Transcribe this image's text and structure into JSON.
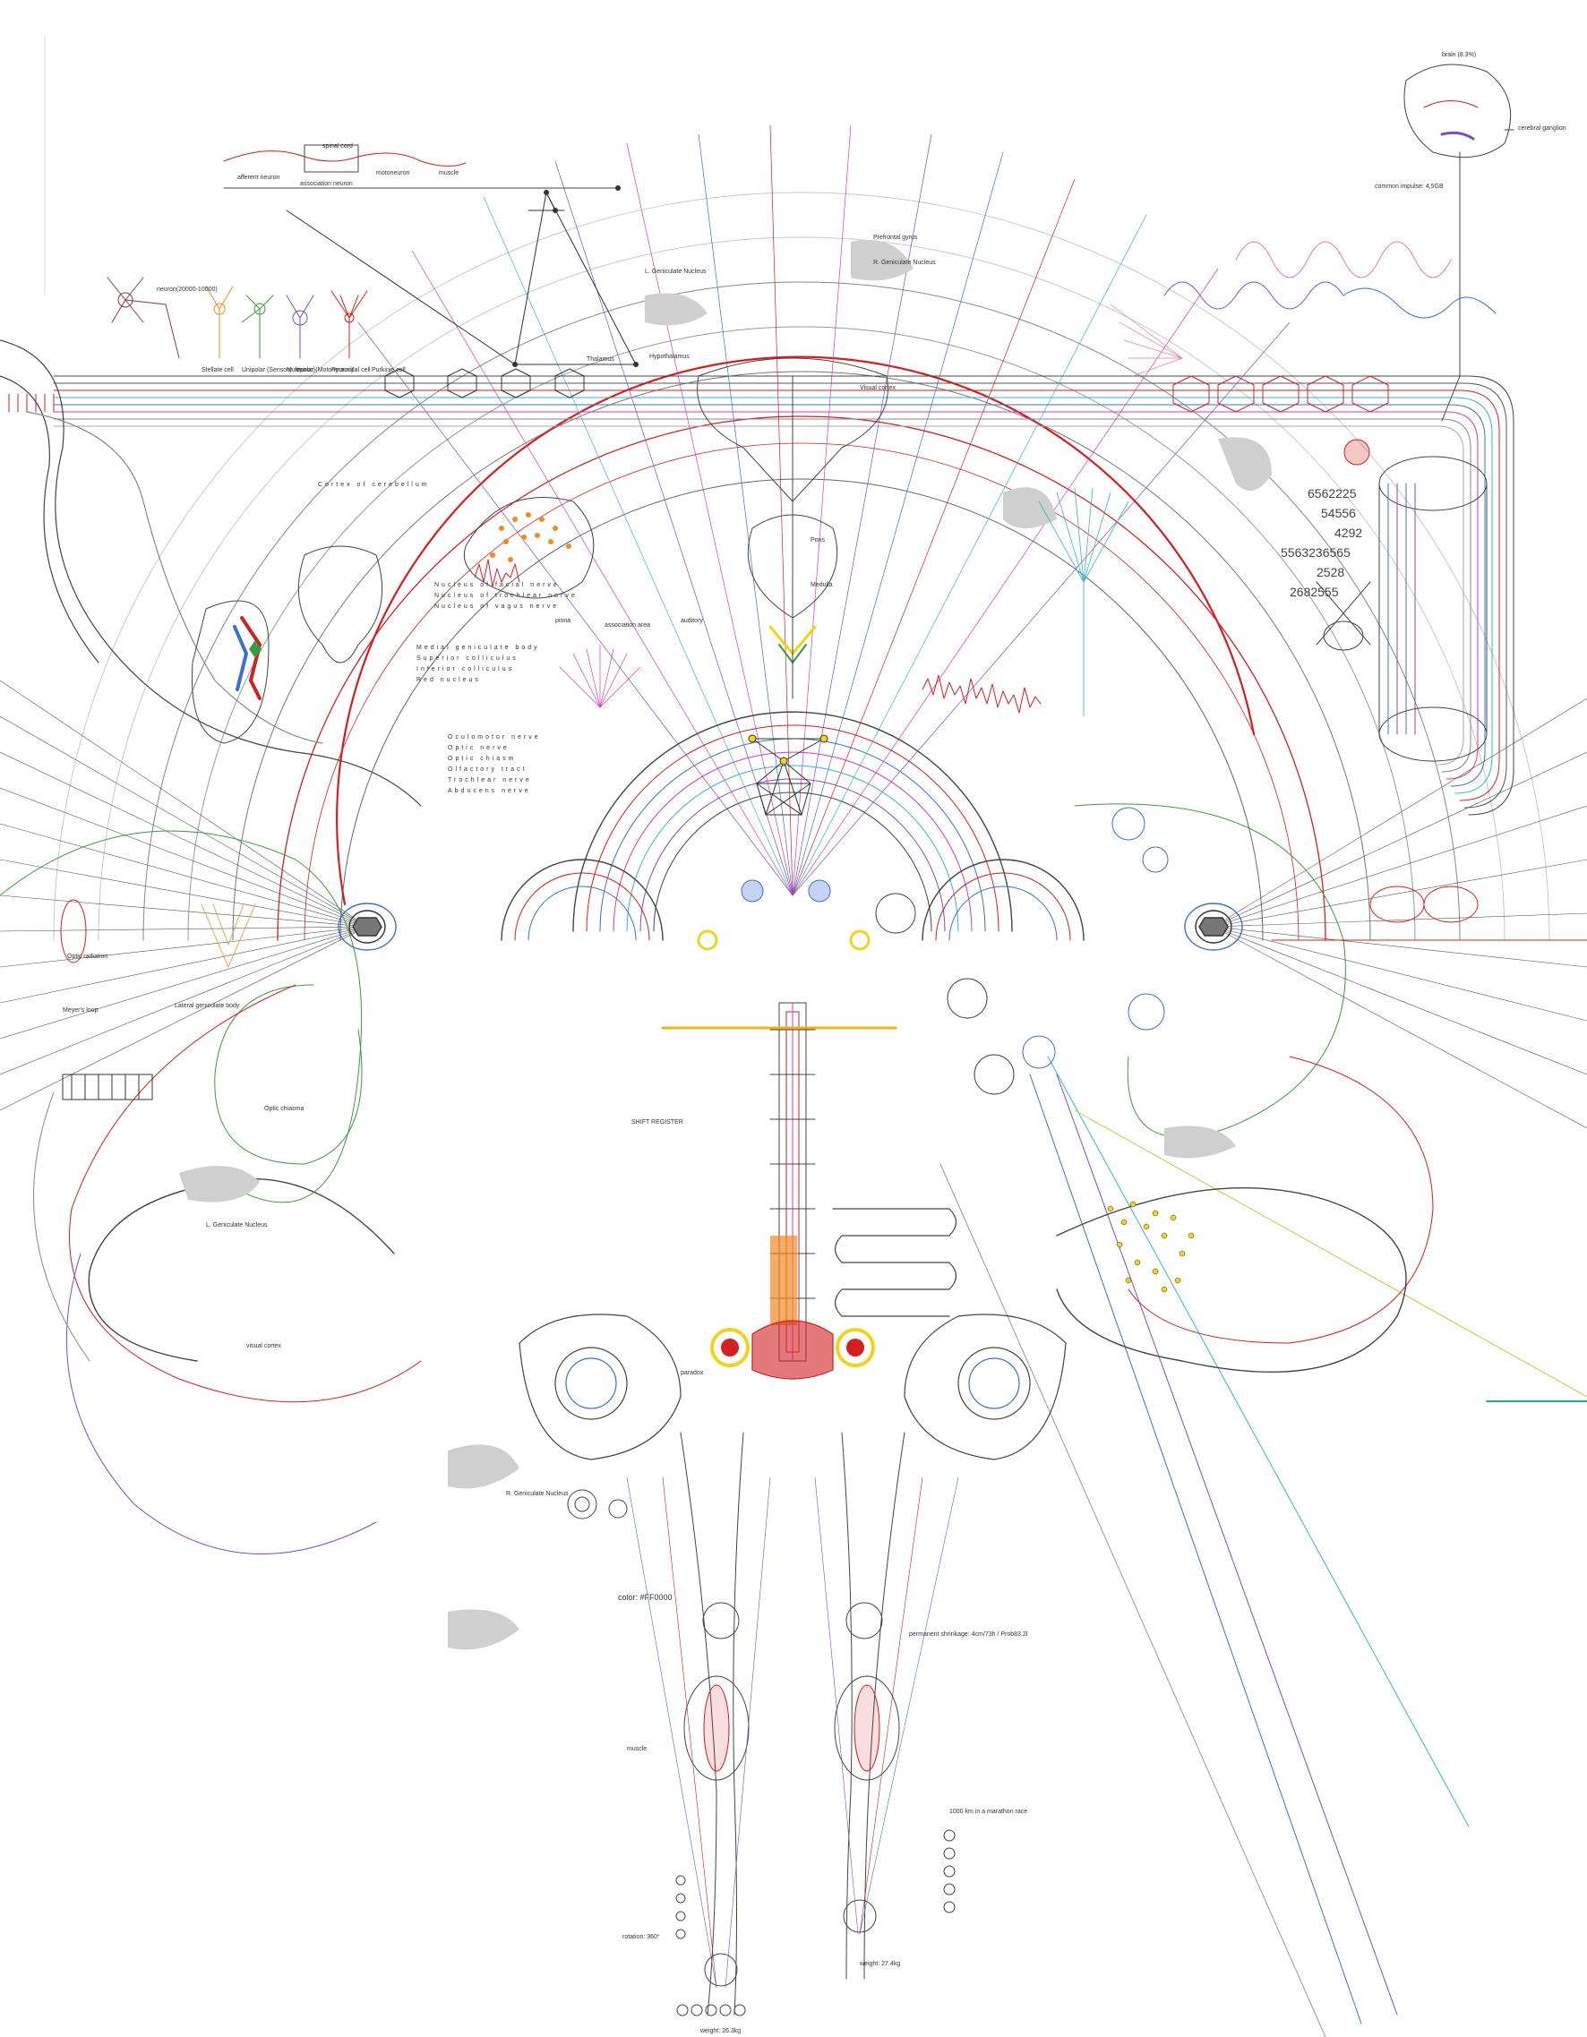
{
  "colors": {
    "ink": "#3a3a3a",
    "red": "#d21f1f",
    "blue": "#3b6fd1",
    "cyan": "#36b3c9",
    "magenta": "#d23bb5",
    "purple": "#7a4ec2",
    "green": "#3c9a3c",
    "orange": "#f08a24",
    "yellow": "#f2d21c",
    "grey_fill": "#cfcfcf",
    "teal": "#2aa39b"
  },
  "neurons": {
    "labels": [
      "Stellate cell",
      "Unipolar (Sensory neuron)",
      "Multipolar (Motoneuron)",
      "Pyramidal cell",
      "Purkinje cell"
    ],
    "caption": "neuron(20000-10000)"
  },
  "top": {
    "afferent_neuron": "afferent neuron",
    "association_neuron": "association neuron",
    "motoneuron": "motoneuron",
    "muscle": "muscle",
    "spinal_cord": "spinal cord",
    "prefrontal_gyrus": "Prefrontal gyrus",
    "l_geniculate": "L. Geniculate Nucleus",
    "r_geniculate": "R. Geniculate Nucleus",
    "hypothalamus": "Hypothalamus",
    "thalamus": "Thalamus",
    "visual_cortex": "Visual cortex",
    "pons": "Pons",
    "medulla": "Medulla"
  },
  "right_top": {
    "brain_label": "brain (8.3%)",
    "cerebral_ganglion": "cerebral ganglion",
    "common_impulse": "common impulse: 4,5GB",
    "numbers": [
      "6562225",
      "54556",
      "4292",
      "5563236565",
      "2528",
      "2682555"
    ]
  },
  "left_labels": {
    "optic_radiation": "Optic radiation",
    "meyers_loop": "Meyer's loop",
    "lateral_geniculate": "Lateral geniculate body",
    "optic_chiasma": "Optic chiasma",
    "l_geniculate_nucleus": "L. Geniculate Nucleus",
    "visual_cortex": "visual cortex"
  },
  "center_labels": {
    "nucleus_list": [
      "Nucleus of facial nerve",
      "Nucleus of trochlear nerve",
      "Nucleus of vagus nerve"
    ],
    "body_list": [
      "Medial geniculate body",
      "Superior colliculus",
      "Inferior colliculus",
      "Red nucleus"
    ],
    "nerve_list": [
      "Oculomotor nerve",
      "Optic nerve",
      "Optic chiasm",
      "Olfactory tract",
      "Trochlear nerve",
      "Abducens nerve"
    ],
    "cortex_title": "Cortex of cerebellum",
    "sensory_box": "association area",
    "auditory": "auditory",
    "pinna": "pinna"
  },
  "bottom": {
    "weight_left": "weight: 26.3kg",
    "weight_right": "weight: 27.4kg",
    "color_code": "color: #FF0000",
    "muscle_label": "muscle",
    "marathon": "1000 km in a marathon race",
    "permanent_shrinkage": "permanent shrinkage: 4cm/73h / Prob83.2l",
    "rotation": "rotation: 360°"
  },
  "lower_mid": {
    "r_geniculate_nucleus": "R. Geniculate Nucleus",
    "paradox": "paradox",
    "shift_register": "SHIFT REGISTER"
  }
}
